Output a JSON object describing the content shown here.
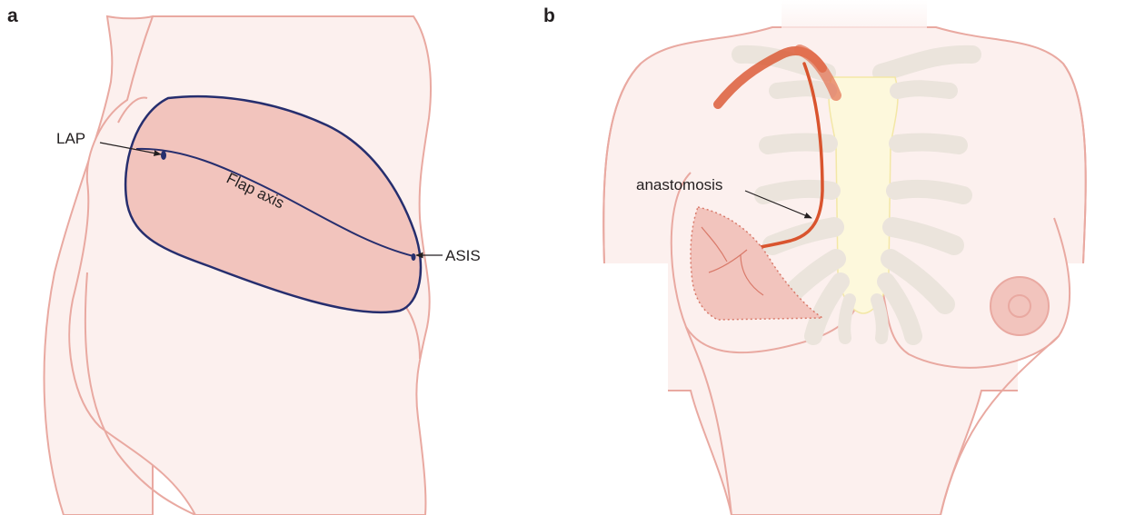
{
  "panels": {
    "a": {
      "letter": "a",
      "labels": {
        "lap": "LAP",
        "flap_axis": "Flap axis",
        "asis": "ASIS"
      }
    },
    "b": {
      "letter": "b",
      "labels": {
        "anastomosis": "anastomosis"
      }
    }
  },
  "colors": {
    "skin_fill": "#fcf0ee",
    "skin_outline": "#e9a9a1",
    "flap_fill": "#f2c4bd",
    "flap_outline": "#262e6e",
    "vessel": "#d9542e",
    "bone": "#ebe4dc",
    "sternum": "#fdf8dc",
    "suture": "#d97a6a",
    "text": "#231f20"
  }
}
